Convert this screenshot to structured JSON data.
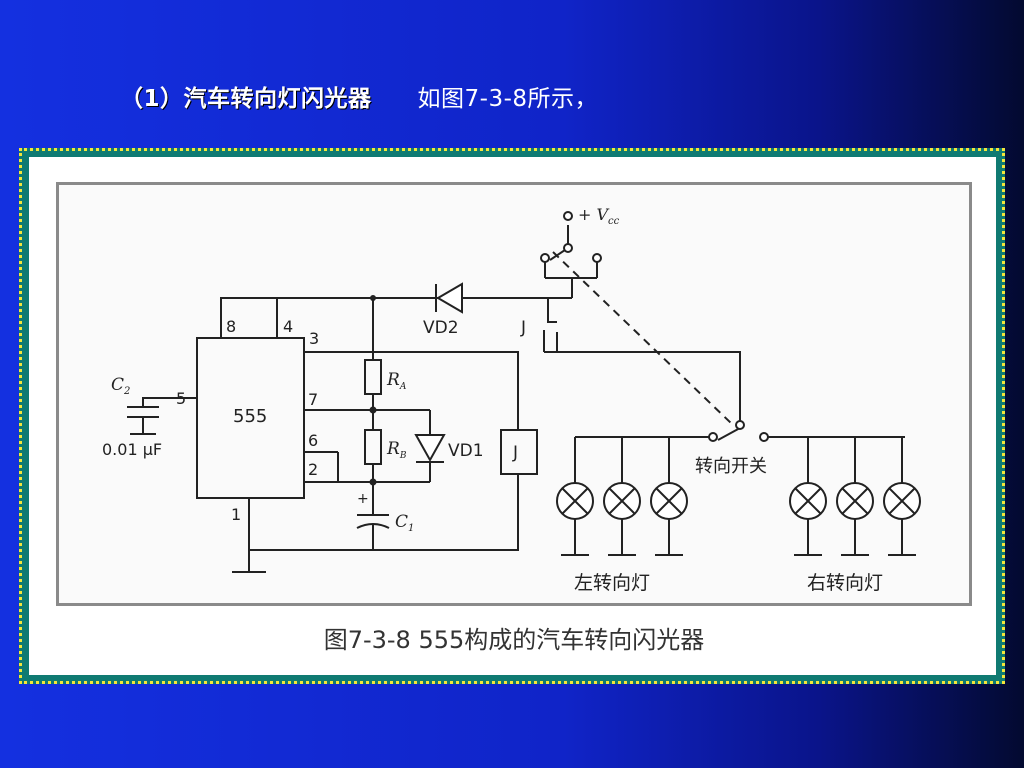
{
  "slide": {
    "heading_main": "（1）汽车转向灯闪光器",
    "heading_note": "如图7-3-8所示，"
  },
  "figure": {
    "caption": "图7-3-8  555构成的汽车转向闪光器",
    "chip_label": "555",
    "pin_8": "8",
    "pin_4": "4",
    "pin_3": "3",
    "pin_5": "5",
    "pin_7": "7",
    "pin_6": "6",
    "pin_2": "2",
    "pin_1": "1",
    "c2_label": "C",
    "c2_sub": "2",
    "c2_value": "0.01 μF",
    "ra_label": "R",
    "ra_sub": "A",
    "rb_label": "R",
    "rb_sub": "B",
    "c1_label": "C",
    "c1_sub": "1",
    "c1_polarity": "+",
    "vd1_label": "VD1",
    "vd2_label": "VD2",
    "relay_coil_label": "J",
    "relay_contact_label": "J",
    "vcc_label": "+ V",
    "vcc_sub": "cc",
    "switch_label": "转向开关",
    "left_lamps_label": "左转向灯",
    "right_lamps_label": "右转向灯"
  }
}
